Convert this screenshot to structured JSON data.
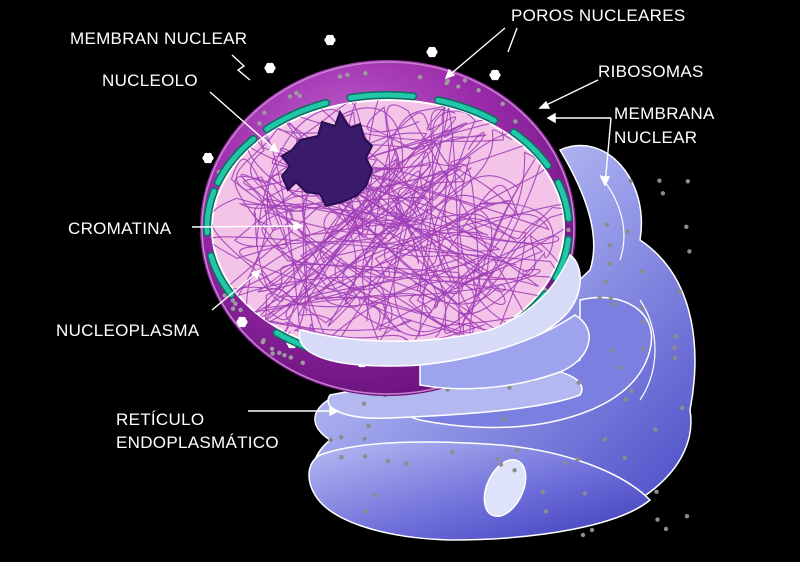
{
  "diagram": {
    "labels": {
      "membran_nuclear": "MEMBRAN NUCLEAR",
      "poros_nucleares": "POROS NUCLEARES",
      "nucleolo": "NUCLEOLO",
      "ribosomas": "RIBOSOMAS",
      "membrana_nuclear_1": "MEMBRANA",
      "membrana_nuclear_2": "NUCLEAR",
      "cromatina": "CROMATINA",
      "nucleoplasma": "NUCLEOPLASMA",
      "reticulo_1": "RETÍCULO",
      "reticulo_2": "ENDOPLASMÁTICO"
    },
    "colors": {
      "background": "#000000",
      "envelope": "#8a1c9a",
      "envelope_highlight": "#b84fc4",
      "nucleoplasm": "#f4c3e8",
      "chromatin": "#a040b8",
      "nucleolus": "#3a1a6a",
      "pores": "#1ab29a",
      "er_light": "#c8ccf4",
      "er_dark": "#5a5ad0",
      "ribosome": "#8a8a8a"
    }
  }
}
